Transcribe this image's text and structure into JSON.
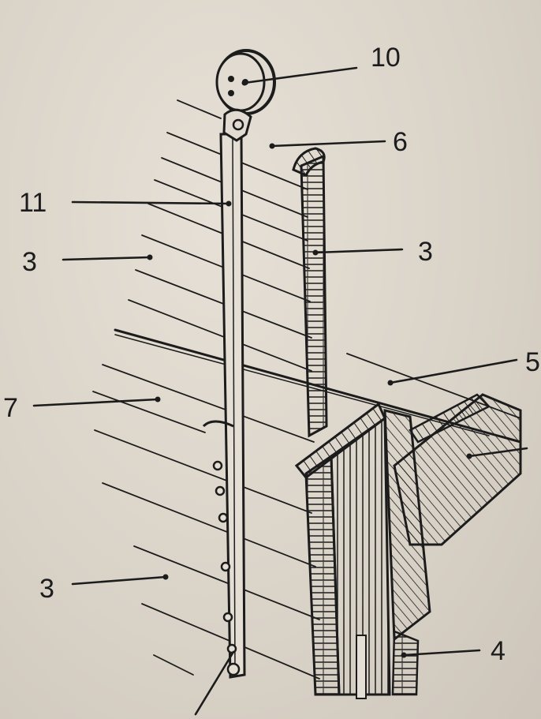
{
  "callouts": [
    {
      "id": "c10",
      "text": "10"
    },
    {
      "id": "c6",
      "text": "6"
    },
    {
      "id": "c11",
      "text": "11"
    },
    {
      "id": "c3a",
      "text": "3"
    },
    {
      "id": "c3b",
      "text": "3"
    },
    {
      "id": "c5",
      "text": "5"
    },
    {
      "id": "c7",
      "text": "7"
    },
    {
      "id": "c3c",
      "text": "3"
    },
    {
      "id": "c4",
      "text": "4"
    }
  ],
  "colors": {
    "ink": "#1c1c1c",
    "paper": "#ddd6cc"
  }
}
